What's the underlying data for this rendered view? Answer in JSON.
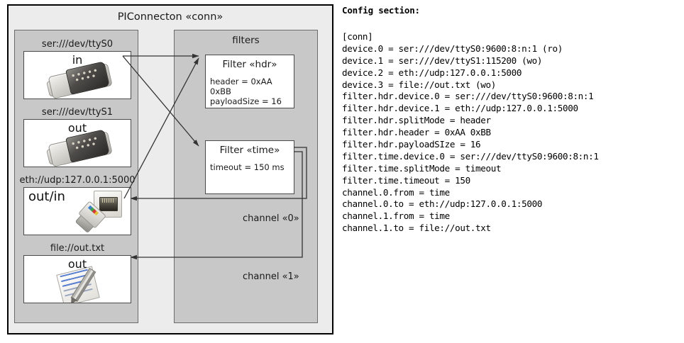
{
  "diagram": {
    "title": "PIConnecton «conn»",
    "panels": {
      "devices_title": "",
      "filters_title": "filters"
    },
    "devices": [
      {
        "label": "ser:///dev/ttyS0",
        "direction": "in",
        "icon": "serial-port-icon"
      },
      {
        "label": "ser:///dev/ttyS1",
        "direction": "out",
        "icon": "serial-port-icon"
      },
      {
        "label": "eth://udp:127.0.0.1:5000",
        "direction": "out/in",
        "icon": "ethernet-jack-icon"
      },
      {
        "label": "file://out.txt",
        "direction": "out",
        "icon": "text-file-icon"
      }
    ],
    "filters": [
      {
        "title": "Filter «hdr»",
        "props": [
          "header = 0xAA 0xBB",
          "payloadSize = 16"
        ]
      },
      {
        "title": "Filter «time»",
        "props": [
          "timeout = 150 ms"
        ]
      }
    ],
    "channels": [
      {
        "label": "channel «0»"
      },
      {
        "label": "channel «1»"
      }
    ],
    "colors": {
      "outer_background": "#ececec",
      "panel_background": "#c8c8c8",
      "box_background": "#ffffff",
      "outer_border": "#000000",
      "panel_border": "#6b6b6b",
      "box_border": "#4a4a4a",
      "arrow": "#333333",
      "text": "#1a1a1a"
    }
  },
  "config": {
    "heading": "Config section:",
    "lines": [
      "[conn]",
      "device.0 = ser:///dev/ttyS0:9600:8:n:1 (ro)",
      "device.1 = ser:///dev/ttyS1:115200 (wo)",
      "device.2 = eth://udp:127.0.0.1:5000",
      "device.3 = file://out.txt (wo)",
      "filter.hdr.device.0 = ser:///dev/ttyS0:9600:8:n:1",
      "filter.hdr.device.1 = eth://udp:127.0.0.1:5000",
      "filter.hdr.splitMode = header",
      "filter.hdr.header = 0xAA 0xBB",
      "filter.hdr.payloadSIze = 16",
      "filter.time.device.0 = ser:///dev/ttyS0:9600:8:n:1",
      "filter.time.splitMode = timeout",
      "filter.time.timeout = 150",
      "channel.0.from = time",
      "channel.0.to = eth://udp:127.0.0.1:5000",
      "channel.1.from = time",
      "channel.1.to = file://out.txt"
    ]
  }
}
